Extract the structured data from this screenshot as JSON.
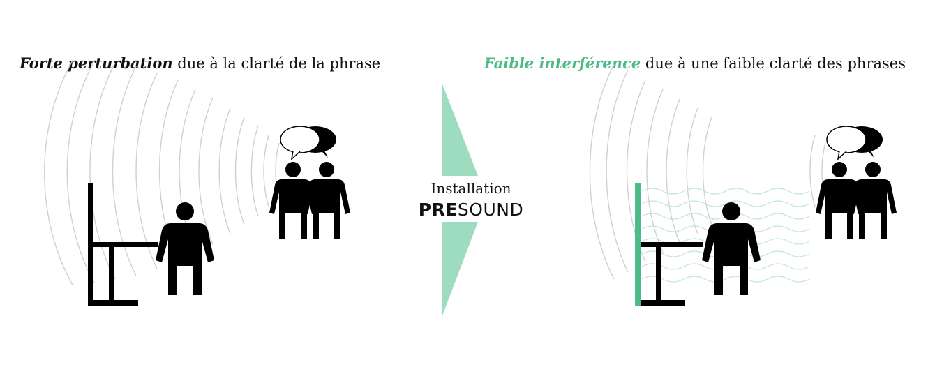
{
  "left_caption": {
    "emphasis": "Forte perturbation",
    "rest": "due à la clarté de la phrase"
  },
  "right_caption": {
    "emphasis": "Faible interférence",
    "rest": "due à une faible clarté des phrases"
  },
  "center": {
    "installation": "Installation",
    "brand_bold": "PRE",
    "brand_light": "SOUND"
  },
  "colors": {
    "accent": "#4dba87",
    "arrow": "#9ddcbf",
    "figure": "#000000",
    "sound_waves": "#d0d0d0",
    "absorb_waves": "#bfe7d3"
  },
  "icons": [
    "sound-waves-icon",
    "speech-bubble-icon",
    "person-icon",
    "desk-icon",
    "arrow-icon",
    "acoustic-panel-icon",
    "absorption-waves-icon"
  ]
}
